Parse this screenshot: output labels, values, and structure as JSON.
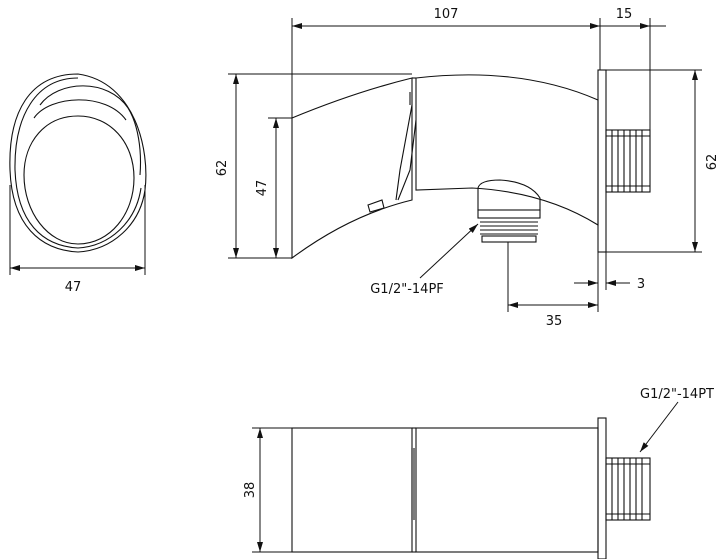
{
  "colors": {
    "line": "#111111",
    "background": "#ffffff"
  },
  "dimensions": {
    "width_47_end": "47",
    "length_107": "107",
    "flange_depth_15": "15",
    "height_62_left": "62",
    "height_47_inner": "47",
    "height_62_right": "62",
    "plate_thickness_3": "3",
    "outlet_offset_35": "35",
    "depth_38": "38"
  },
  "labels": {
    "outlet_thread": "G1/2\"-14PF",
    "inlet_thread": "G1/2\"-14PT"
  }
}
